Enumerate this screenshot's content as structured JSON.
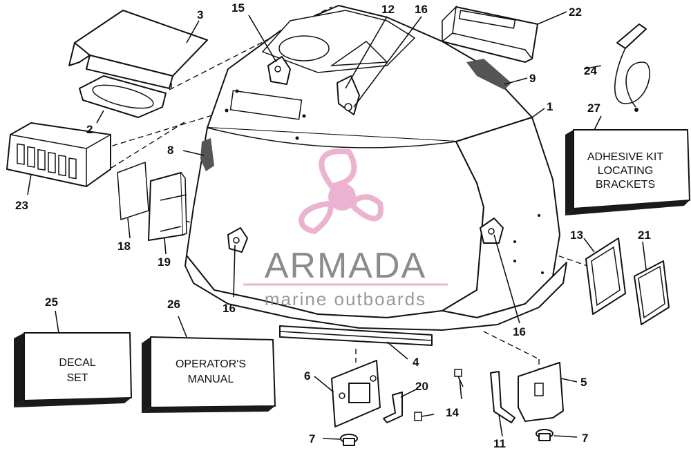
{
  "callouts": [
    {
      "id": "c1",
      "label": "1"
    },
    {
      "id": "c2",
      "label": "2"
    },
    {
      "id": "c3",
      "label": "3"
    },
    {
      "id": "c4",
      "label": "4"
    },
    {
      "id": "c5",
      "label": "5"
    },
    {
      "id": "c6",
      "label": "6"
    },
    {
      "id": "c7a",
      "label": "7"
    },
    {
      "id": "c7b",
      "label": "7"
    },
    {
      "id": "c8",
      "label": "8"
    },
    {
      "id": "c9",
      "label": "9"
    },
    {
      "id": "c11",
      "label": "11"
    },
    {
      "id": "c12",
      "label": "12"
    },
    {
      "id": "c13",
      "label": "13"
    },
    {
      "id": "c14",
      "label": "14"
    },
    {
      "id": "c15",
      "label": "15"
    },
    {
      "id": "c16a",
      "label": "16"
    },
    {
      "id": "c16b",
      "label": "16"
    },
    {
      "id": "c16c",
      "label": "16"
    },
    {
      "id": "c18",
      "label": "18"
    },
    {
      "id": "c19",
      "label": "19"
    },
    {
      "id": "c20",
      "label": "20"
    },
    {
      "id": "c21",
      "label": "21"
    },
    {
      "id": "c22",
      "label": "22"
    },
    {
      "id": "c23",
      "label": "23"
    },
    {
      "id": "c24",
      "label": "24"
    },
    {
      "id": "c25",
      "label": "25"
    },
    {
      "id": "c26",
      "label": "26"
    },
    {
      "id": "c27",
      "label": "27"
    }
  ],
  "boxes": {
    "adhesive": [
      "ADHESIVE KIT",
      "LOCATING",
      "BRACKETS"
    ],
    "decal": [
      "DECAL",
      "SET"
    ],
    "manual": [
      "OPERATOR'S",
      "MANUAL"
    ]
  },
  "watermark": {
    "brand": "ARMADA",
    "tagline": "marine outboards",
    "logo_color": "#e8a6c8"
  }
}
